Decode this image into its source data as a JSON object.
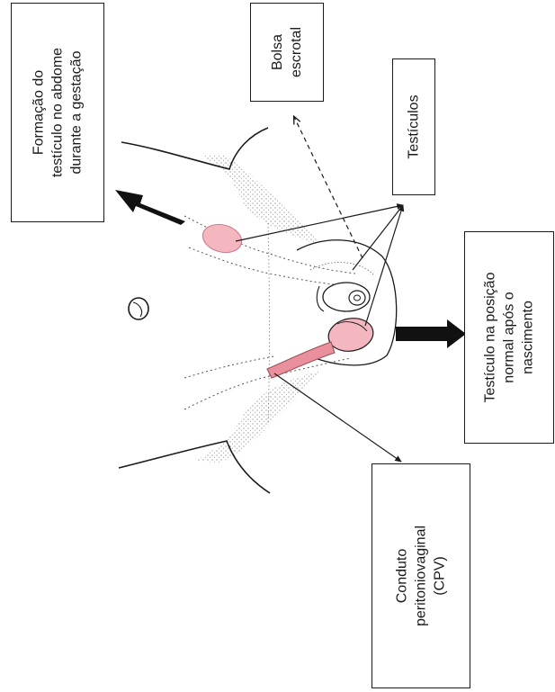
{
  "labels": {
    "formation": {
      "lines": [
        "Formação do",
        "testículo no abdome",
        "durante a gestação"
      ]
    },
    "scrotum": {
      "lines": [
        "Bolsa",
        "escrotal"
      ]
    },
    "testicles": {
      "lines": [
        "Testículos"
      ]
    },
    "normal_position": {
      "lines": [
        "Testículo na posição",
        "normal após o",
        "nascimento"
      ]
    },
    "cpv": {
      "lines": [
        "Conduto",
        "peritoniovaginal",
        "(CPV)"
      ]
    }
  },
  "colors": {
    "testicle_fill": "#f4b6bf",
    "testicle_stroke": "#c9808c",
    "canal_fill": "#ea8f9c",
    "canal_stroke": "#9e4f5c",
    "line": "#1a1a1a",
    "stipple": "#555555"
  }
}
